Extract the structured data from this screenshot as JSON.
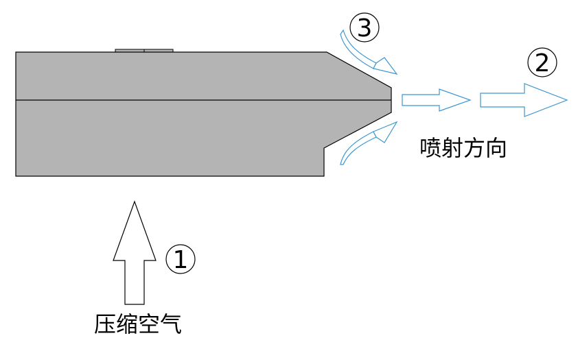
{
  "labels": {
    "compressed_air": "压缩空气",
    "spray_direction": "喷射方向"
  },
  "markers": {
    "one": "1",
    "two": "2",
    "three": "3"
  },
  "colors": {
    "body_fill": "#b4b4b4",
    "outline": "#000000",
    "flow_arrow": "#3c96d2",
    "background": "#ffffff"
  }
}
